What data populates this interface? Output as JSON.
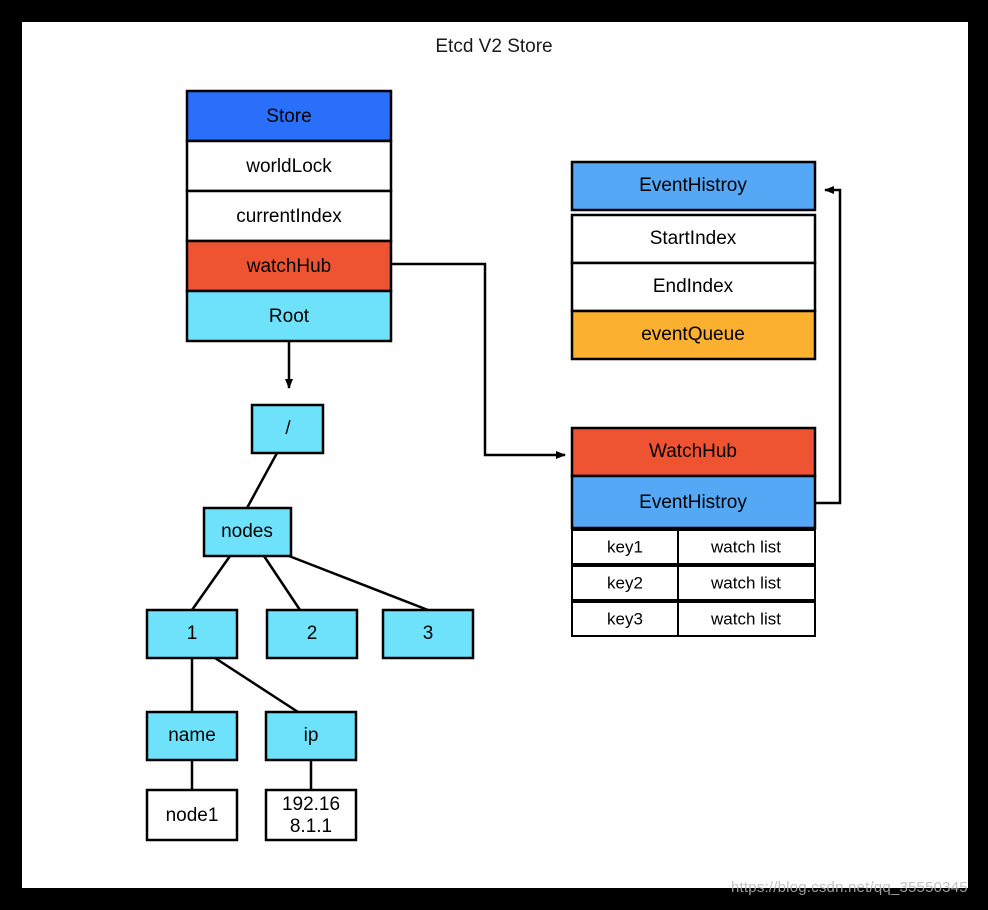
{
  "title": "Etcd V2 Store",
  "watermark": "https://blog.csdn.net/qq_35550345",
  "colors": {
    "store_header_blue": "#2a6ffa",
    "event_blue": "#55a8f5",
    "watchhub_red": "#ef5432",
    "node_cyan": "#6ee2fb",
    "queue_orange": "#fbb030",
    "white": "#ffffff",
    "stroke": "#000000",
    "canvas": "#ffffff",
    "frame": "#000000"
  },
  "store_struct": {
    "name": "Store",
    "rows": [
      {
        "label": "Store",
        "fill": "#2a6ffa"
      },
      {
        "label": "worldLock",
        "fill": "#ffffff"
      },
      {
        "label": "currentIndex",
        "fill": "#ffffff"
      },
      {
        "label": "watchHub",
        "fill": "#ef5432"
      },
      {
        "label": "Root",
        "fill": "#6ee2fb"
      }
    ]
  },
  "event_history_struct": {
    "name": "EventHistroy",
    "rows": [
      {
        "label": "EventHistroy",
        "fill": "#55a8f5"
      },
      {
        "label": "StartIndex",
        "fill": "#ffffff"
      },
      {
        "label": "EndIndex",
        "fill": "#ffffff"
      },
      {
        "label": "eventQueue",
        "fill": "#fbb030"
      }
    ]
  },
  "watch_hub_struct": {
    "name": "WatchHub",
    "rows": [
      {
        "label": "WatchHub",
        "fill": "#ef5432"
      },
      {
        "label": "EventHistroy",
        "fill": "#55a8f5"
      }
    ],
    "table_rows": [
      {
        "key": "key1",
        "value": "watch list"
      },
      {
        "key": "key2",
        "value": "watch list"
      },
      {
        "key": "key3",
        "value": "watch list"
      }
    ]
  },
  "tree": {
    "root": "/",
    "nodes": [
      {
        "id": "slash",
        "label": "/",
        "fill": "#6ee2fb"
      },
      {
        "id": "nodes",
        "label": "nodes",
        "fill": "#6ee2fb"
      },
      {
        "id": "n1",
        "label": "1",
        "fill": "#6ee2fb"
      },
      {
        "id": "n2",
        "label": "2",
        "fill": "#6ee2fb"
      },
      {
        "id": "n3",
        "label": "3",
        "fill": "#6ee2fb"
      },
      {
        "id": "name",
        "label": "name",
        "fill": "#6ee2fb"
      },
      {
        "id": "ip",
        "label": "ip",
        "fill": "#6ee2fb"
      },
      {
        "id": "node1",
        "label": "node1",
        "fill": "#ffffff"
      },
      {
        "id": "ipvalue_line1",
        "label": "192.16",
        "fill": "#ffffff"
      },
      {
        "id": "ipvalue_line2",
        "label": "8.1.1",
        "fill": "#ffffff"
      }
    ],
    "ip_value": "192.168.1.1"
  }
}
